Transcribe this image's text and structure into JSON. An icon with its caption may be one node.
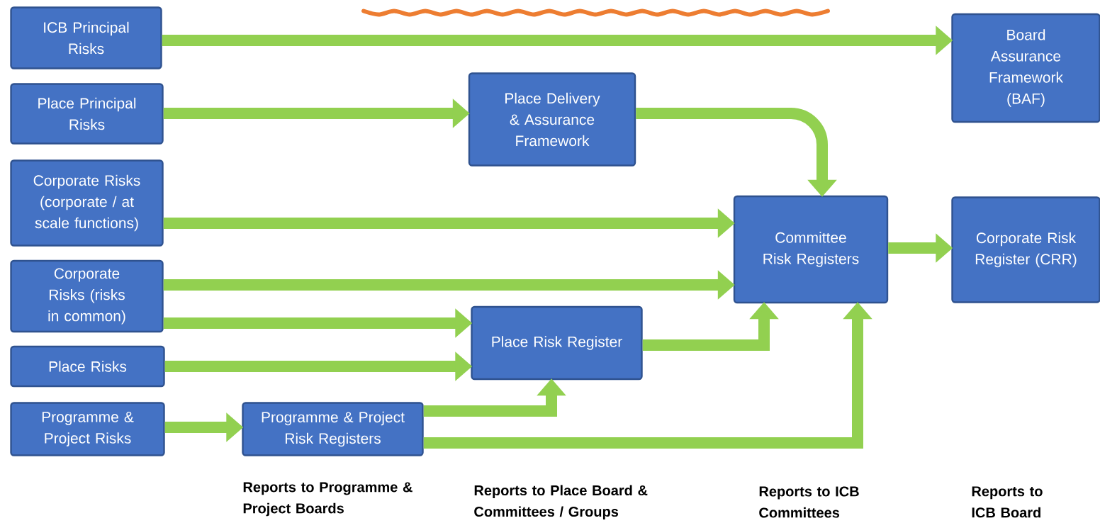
{
  "diagram": {
    "nodes": [
      {
        "text": [
          "ICB Principal Risks"
        ]
      },
      {
        "text": [
          "Place Principal Risks"
        ]
      },
      {
        "text": [
          "Corporate Risks (corporate / at scale functions)"
        ]
      },
      {
        "text": [
          "Corporate Risks (risks in common)"
        ]
      },
      {
        "text": [
          "Place Risks"
        ]
      },
      {
        "text": [
          "Programme & Project Risks"
        ]
      },
      {
        "text": [
          "Programme & Project Risk Registers"
        ]
      },
      {
        "text": [
          "Place Delivery & Assurance Framework"
        ]
      },
      {
        "text": [
          "Place Risk Register"
        ]
      },
      {
        "text": [
          "Committee Risk Registers"
        ]
      },
      {
        "text": [
          "Board Assurance Framework (BAF)"
        ]
      },
      {
        "text": [
          "Corporate Risk Register (CRR)"
        ]
      }
    ],
    "edges": [
      {
        "from": 0,
        "to": 10,
        "arrow": "to"
      },
      {
        "from": 1,
        "to": 7,
        "arrow": "to"
      },
      {
        "from": 7,
        "to": 9,
        "arrow": "to"
      },
      {
        "from": 2,
        "to": 9,
        "arrow": "to"
      },
      {
        "from": 3,
        "to": 9,
        "arrow": "to"
      },
      {
        "from": 3,
        "to": 8,
        "arrow": "to"
      },
      {
        "from": 4,
        "to": 8,
        "arrow": "to"
      },
      {
        "from": 5,
        "to": 6,
        "arrow": "to"
      },
      {
        "from": 6,
        "to": 8,
        "arrow": "to"
      },
      {
        "from": 8,
        "to": 9,
        "arrow": "to"
      },
      {
        "from": 6,
        "to": 9,
        "arrow": "to"
      },
      {
        "from": 9,
        "to": 11,
        "arrow": "to"
      }
    ],
    "labels": [
      "Reports to Programme & Project Boards",
      "Reports to Place Board & Committees / Groups",
      "Reports to ICB Committees",
      "Reports to ICB Board"
    ]
  }
}
